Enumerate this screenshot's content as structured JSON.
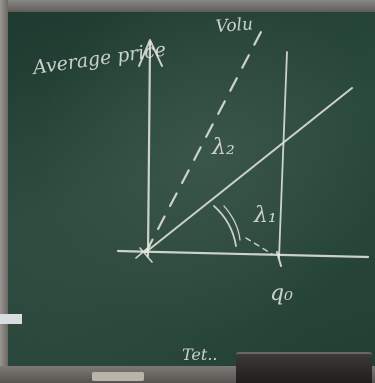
{
  "labels": {
    "y_axis": "Average price",
    "top": "Volu",
    "angle_dashed": "λ₂",
    "angle_solid": "λ₁",
    "x_marker": "q₀",
    "bottom": "Tet.."
  },
  "colors": {
    "chalkboard": "#2a4a3d",
    "chalk": "#e6e8e1",
    "frame": "#7d7a75"
  }
}
